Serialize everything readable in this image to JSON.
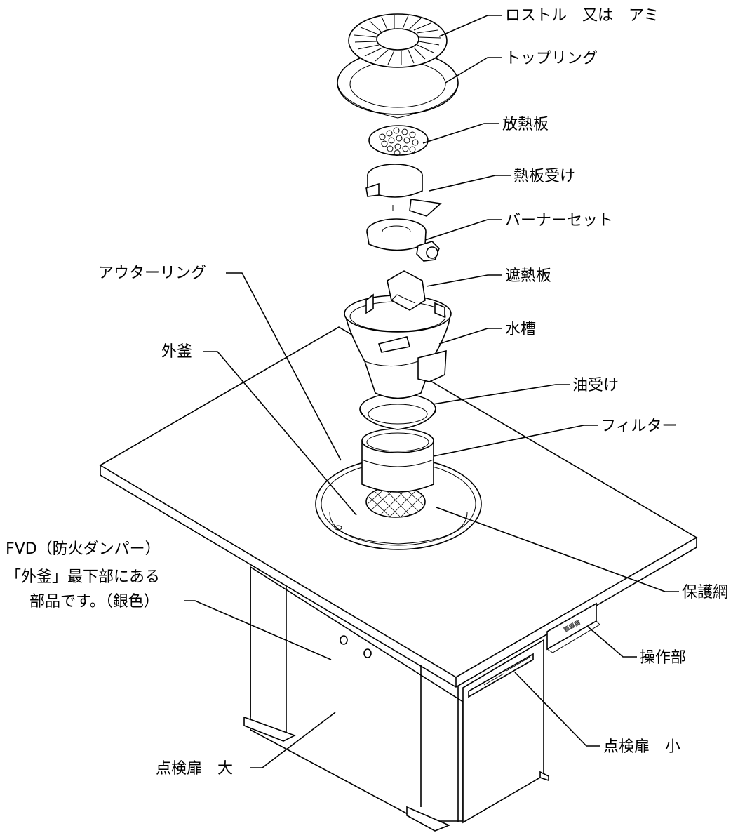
{
  "labels": {
    "rostoru": "ロストル　又は　アミ",
    "top_ring": "トップリング",
    "houneturban": "放熱板",
    "netsuban_uke": "熱板受け",
    "burner_set": "バーナーセット",
    "shanetsuban": "遮熱板",
    "suisou": "水槽",
    "outer_ring": "アウターリング",
    "sotogama": "外釜",
    "abura_uke": "油受け",
    "filter": "フィルター",
    "hogoami": "保護網",
    "sousabu": "操作部",
    "tenken_small": "点検扉　小",
    "tenken_large": "点検扉　大",
    "fvd_line1": "FVD（防火ダンパー）",
    "fvd_line2": "「外釜」最下部にある",
    "fvd_line3": "部品です。（銀色）"
  }
}
